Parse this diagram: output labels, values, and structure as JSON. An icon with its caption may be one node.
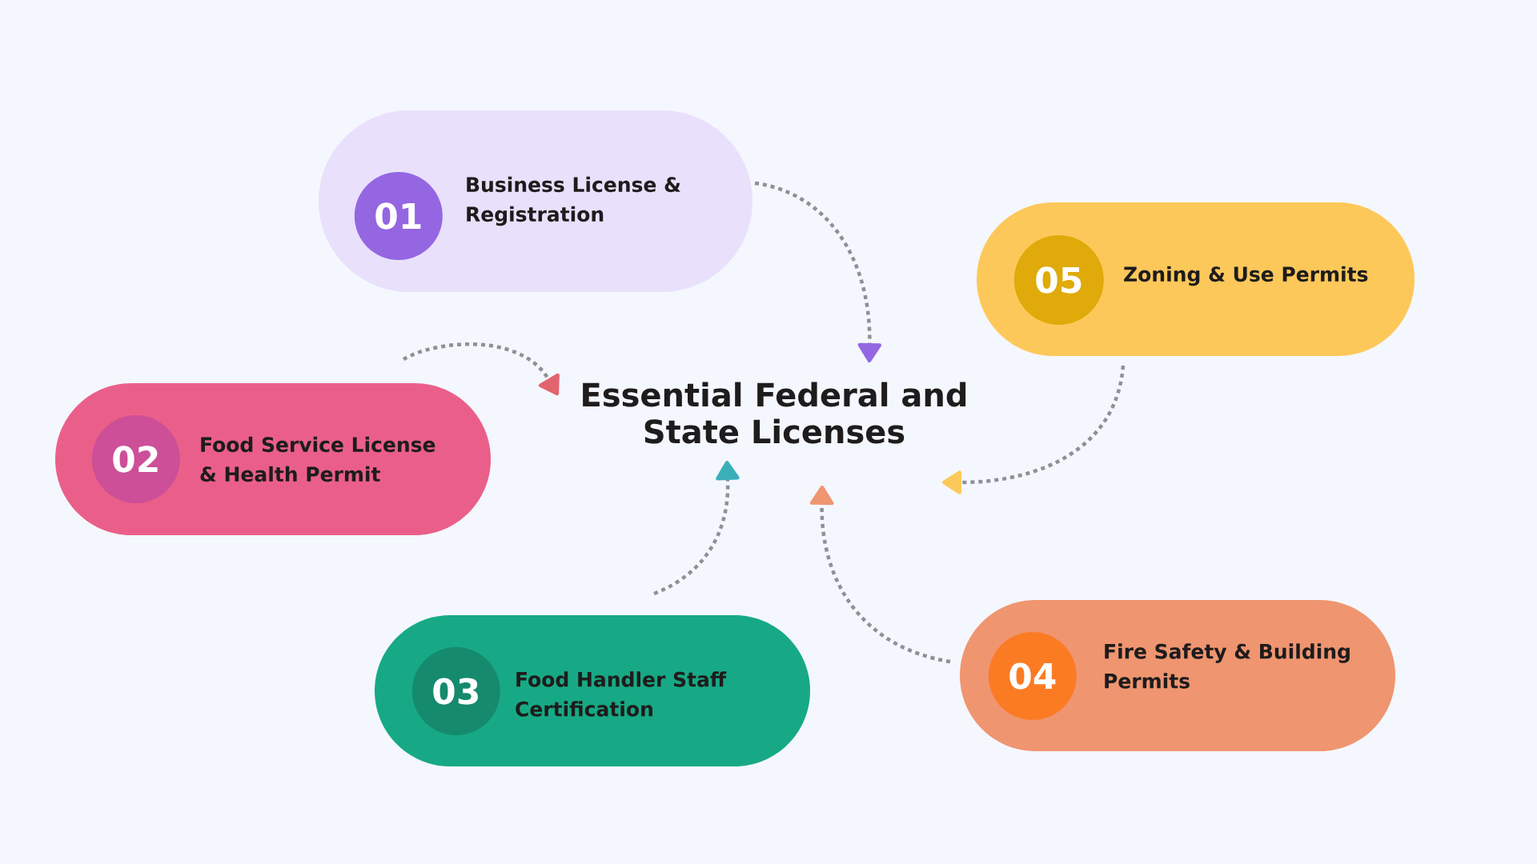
{
  "diagram": {
    "nodes": [
      {
        "text": [
          "Essential Federal and State Licenses"
        ]
      },
      {
        "text": [
          "Business License & Registration"
        ]
      },
      {
        "text": [
          "01"
        ],
        "in": 1
      },
      {
        "text": [
          "Food Service License & Health Permit"
        ]
      },
      {
        "text": [
          "02"
        ],
        "in": 3
      },
      {
        "text": [
          "Food Handler Staff Certification"
        ]
      },
      {
        "text": [
          "03"
        ],
        "in": 5
      },
      {
        "text": [
          "Fire Safety & Building Permits"
        ]
      },
      {
        "text": [
          "04"
        ],
        "in": 7
      },
      {
        "text": [
          "Zoning & Use Permits"
        ]
      },
      {
        "text": [
          "05"
        ],
        "in": 9
      }
    ],
    "edges": [
      {
        "from": 1,
        "to": 0,
        "arrow": "to",
        "style": "dashed"
      },
      {
        "from": 3,
        "to": 0,
        "arrow": "to",
        "style": "dashed"
      },
      {
        "from": 5,
        "to": 0,
        "arrow": "to",
        "style": "dashed"
      },
      {
        "from": 7,
        "to": 0,
        "arrow": "to",
        "style": "dashed"
      },
      {
        "from": 9,
        "to": 0,
        "arrow": "to",
        "style": "dashed"
      }
    ]
  }
}
